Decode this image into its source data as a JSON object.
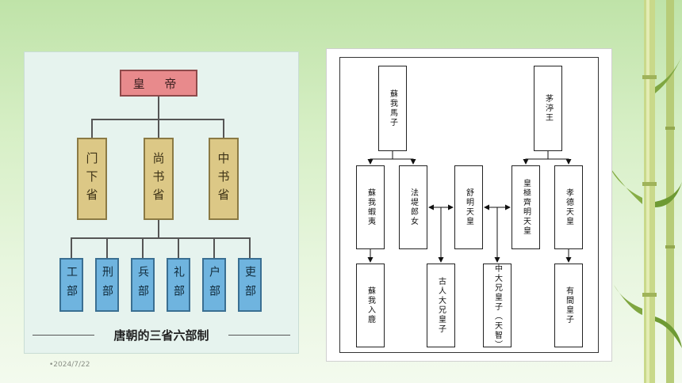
{
  "left_chart": {
    "emperor": "皇 帝",
    "sheng": [
      "门下省",
      "尚书省",
      "中书省"
    ],
    "bu": [
      "工部",
      "刑部",
      "兵部",
      "礼部",
      "户部",
      "吏部"
    ],
    "caption": "唐朝的三省六部制"
  },
  "right_chart": {
    "nodes": {
      "n1": "蘇我馬子",
      "n2": "茅渟王",
      "n3": "蘇我蝦夷",
      "n4": "法堤郎女",
      "n5": "舒明天皇",
      "n6": "皇極齊明天皇",
      "n7": "孝德天皇",
      "n8": "蘇我入鹿",
      "n9": "古人大兄皇子",
      "n10": "中大兄皇子（天智）",
      "n11": "有間皇子"
    }
  },
  "footer": {
    "date": "•2024/7/22"
  }
}
